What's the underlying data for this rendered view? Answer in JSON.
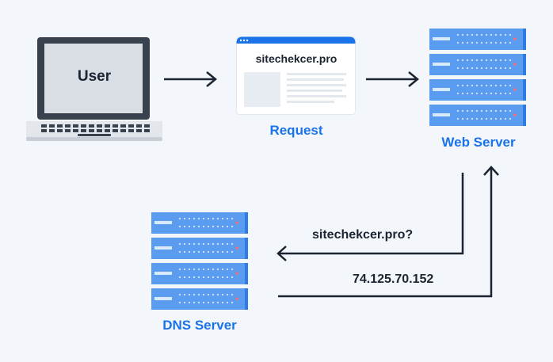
{
  "nodes": {
    "user": {
      "label": "User"
    },
    "request": {
      "url": "sitechekcer.pro",
      "label": "Request"
    },
    "web_server": {
      "label": "Web Server"
    },
    "dns_server": {
      "label": "DNS Server"
    }
  },
  "edges": {
    "query": {
      "label": "sitechekcer.pro?"
    },
    "response": {
      "label": "74.125.70.152"
    }
  },
  "colors": {
    "accent_blue": "#1a73e8",
    "server_blue": "#5a9cf0",
    "dark": "#1b2430",
    "laptop_frame": "#38424f",
    "laptop_screen": "#d9dee5",
    "background": "#f3f7fc"
  }
}
